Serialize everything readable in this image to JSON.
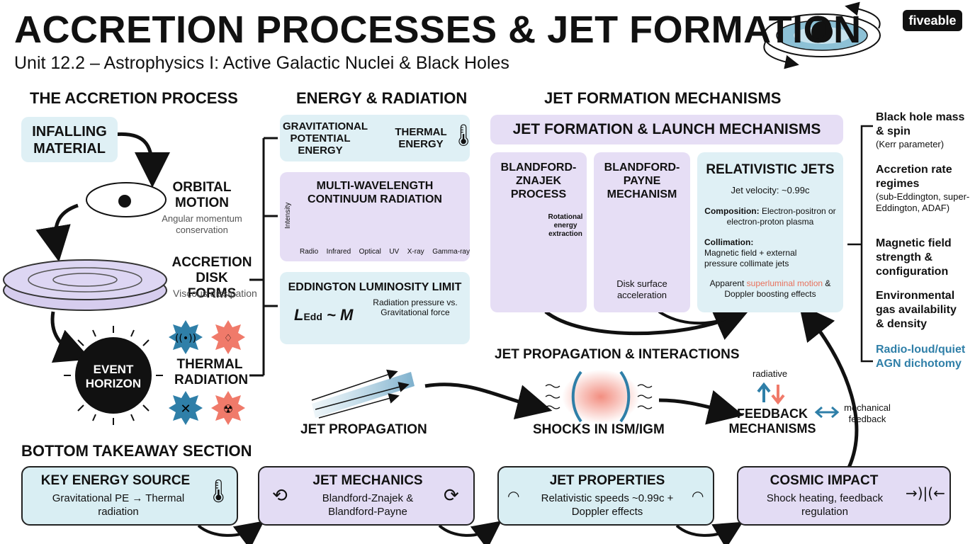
{
  "header": {
    "title": "ACCRETION PROCESSES & JET FORMATION",
    "subtitle": "Unit 12.2 – Astrophysics I: Active Galactic Nuclei & Black Holes",
    "brand": "fiveable"
  },
  "accretion": {
    "heading": "THE ACCRETION PROCESS",
    "infalling": "INFALLING MATERIAL",
    "orbital": "ORBITAL MOTION",
    "orbital_sub": "Angular momentum conservation",
    "disk": "ACCRETION DISK FORMS",
    "disk_sub": "Viscous dissipation",
    "horizon": "EVENT HORIZON",
    "thermal": "THERMAL RADIATION"
  },
  "energy": {
    "heading": "ENERGY & RADIATION",
    "gpe": "GRAVITATIONAL POTENTIAL ENERGY",
    "thermal_energy": "THERMAL ENERGY",
    "mw_title": "MULTI-WAVELENGTH CONTINUUM RADIATION",
    "axis_label": "Intensity",
    "bands": [
      "Radio",
      "Infrared",
      "Optical",
      "UV",
      "X-ray",
      "Gamma-ray"
    ],
    "edd_title": "EDDINGTON LUMINOSITY LIMIT",
    "edd_formula_main": "L",
    "edd_formula_sub": "Edd",
    "edd_formula_rest": " ~ M",
    "edd_sub": "Radiation pressure vs. Gravitational force"
  },
  "jets": {
    "heading": "JET FORMATION MECHANISMS",
    "banner": "JET FORMATION & LAUNCH MECHANISMS",
    "bz_title": "BLANDFORD-ZNAJEK PROCESS",
    "bz_sub": "Rotational energy extraction",
    "bp_title": "BLANDFORD-PAYNE MECHANISM",
    "bp_sub": "Disk surface acceleration",
    "rel_title": "RELATIVISTIC JETS",
    "velocity": "Jet velocity: ~0.99c",
    "composition_label": "Composition:",
    "composition": "Electron-positron or electron-proton plasma",
    "collimation_label": "Collimation:",
    "collimation": "Magnetic field + external pressure collimate jets",
    "apparent_pre": "Apparent ",
    "apparent_hl": "superluminal motion",
    "apparent_post": " & Doppler boosting effects"
  },
  "propagation": {
    "heading": "JET PROPAGATION & INTERACTIONS",
    "jet": "JET PROPAGATION",
    "shocks": "SHOCKS IN ISM/IGM",
    "feedback": "FEEDBACK MECHANISMS",
    "radiative": "radiative",
    "mechanical": "mechanical feedback"
  },
  "factors": {
    "items": [
      {
        "title": "Black hole mass & spin",
        "sub": "(Kerr parameter)"
      },
      {
        "title": "Accretion rate regimes",
        "sub": "(sub-Eddington, super-Eddington, ADAF)"
      },
      {
        "title": "Magnetic field strength & configuration",
        "sub": ""
      },
      {
        "title": "Environmental gas availability & density",
        "sub": ""
      }
    ],
    "dichotomy": "Radio-loud/quiet AGN dichotomy"
  },
  "takeaway": {
    "heading": "BOTTOM TAKEAWAY SECTION",
    "cards": [
      {
        "title": "KEY ENERGY SOURCE",
        "body": "Gravitational PE → Thermal radiation"
      },
      {
        "title": "JET MECHANICS",
        "body": "Blandford-Znajek & Blandford-Payne"
      },
      {
        "title": "JET PROPERTIES",
        "body": "Relativistic speeds ~0.99c + Doppler effects"
      },
      {
        "title": "COSMIC IMPACT",
        "body": "Shock heating, feedback regulation"
      }
    ]
  },
  "colors": {
    "cyan": "#d9eef3",
    "lavender": "#e3dcf4",
    "accent_red": "#e8715c",
    "accent_blue": "#2f7fa8"
  }
}
